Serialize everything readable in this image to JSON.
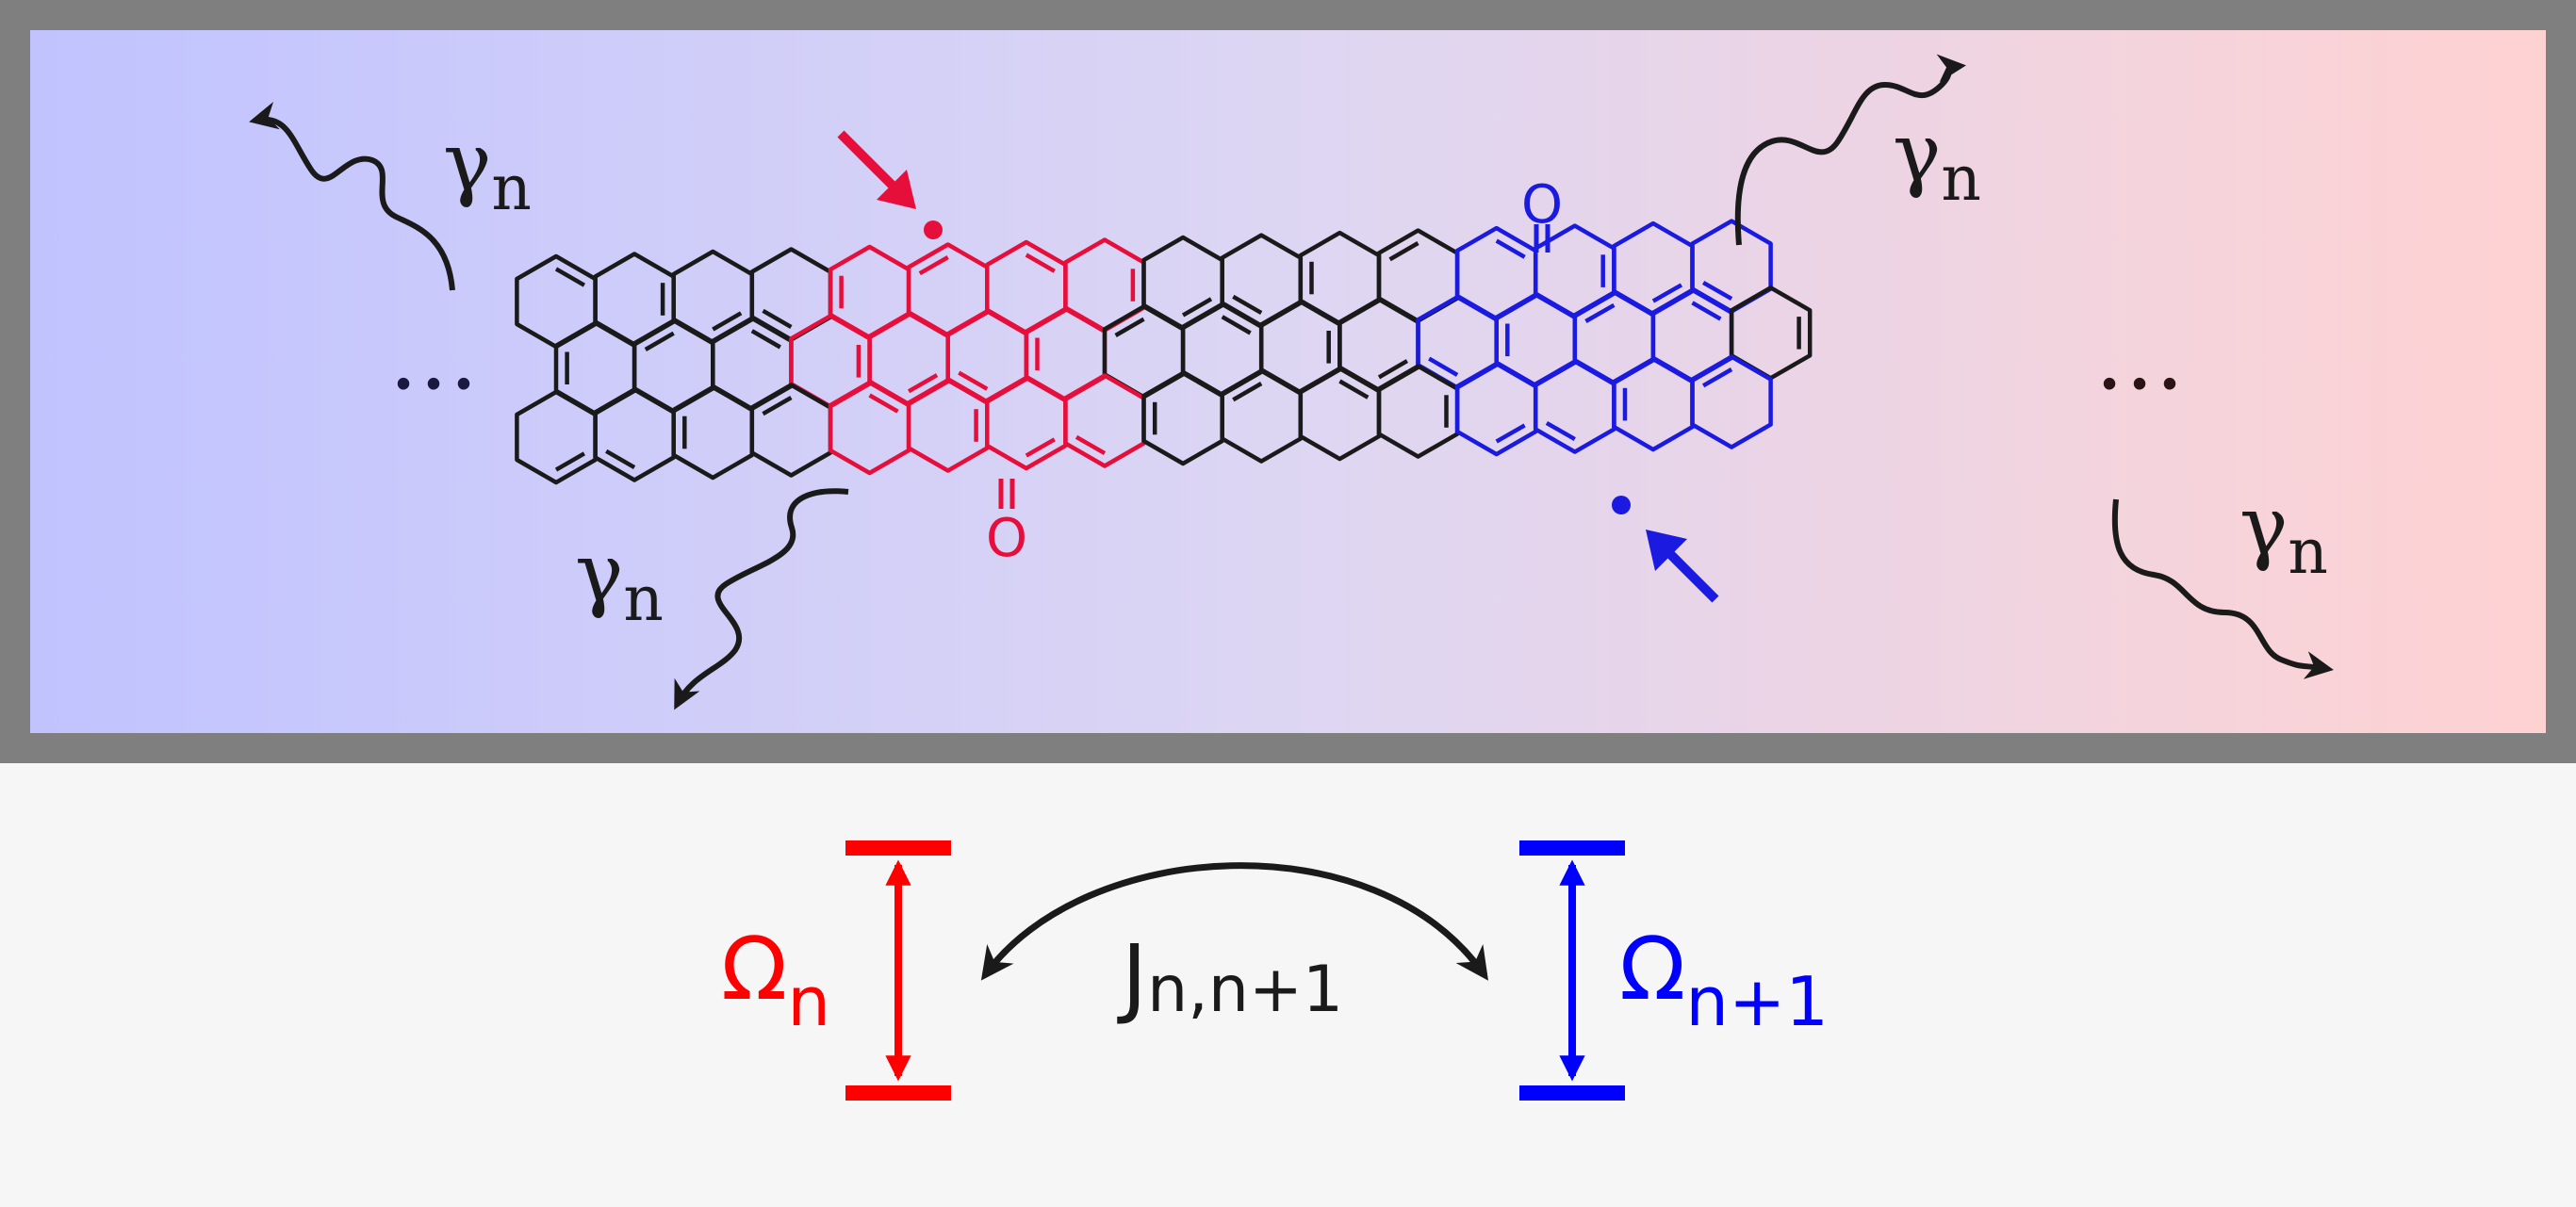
{
  "panel": {
    "gradient_start": "#c0c3ff",
    "gradient_mid": "#ddd6f3",
    "gradient_end": "#ffd2d2",
    "border_color": "#7f7f7f"
  },
  "colors": {
    "red": "#e60f3c",
    "blue": "#1a1ae0",
    "black": "#1a1a1a",
    "level_red": "#ff0000",
    "level_blue": "#0000ff"
  },
  "decay_label": {
    "main": "γ",
    "sub": "n"
  },
  "continuation": "…",
  "radical_dot": "•",
  "ketone_oxygen": "O",
  "levels": {
    "left": {
      "main": "Ω",
      "sub": "n"
    },
    "right": {
      "main": "Ω",
      "sub": "n+1"
    },
    "coupling": {
      "main": "J",
      "sub": "n,n+1"
    }
  },
  "icons": [
    "wavy-arrow-icon",
    "straight-arrow-icon",
    "double-headed-arrow-icon",
    "curved-double-arrow-icon",
    "hexagon-ring-icon"
  ]
}
